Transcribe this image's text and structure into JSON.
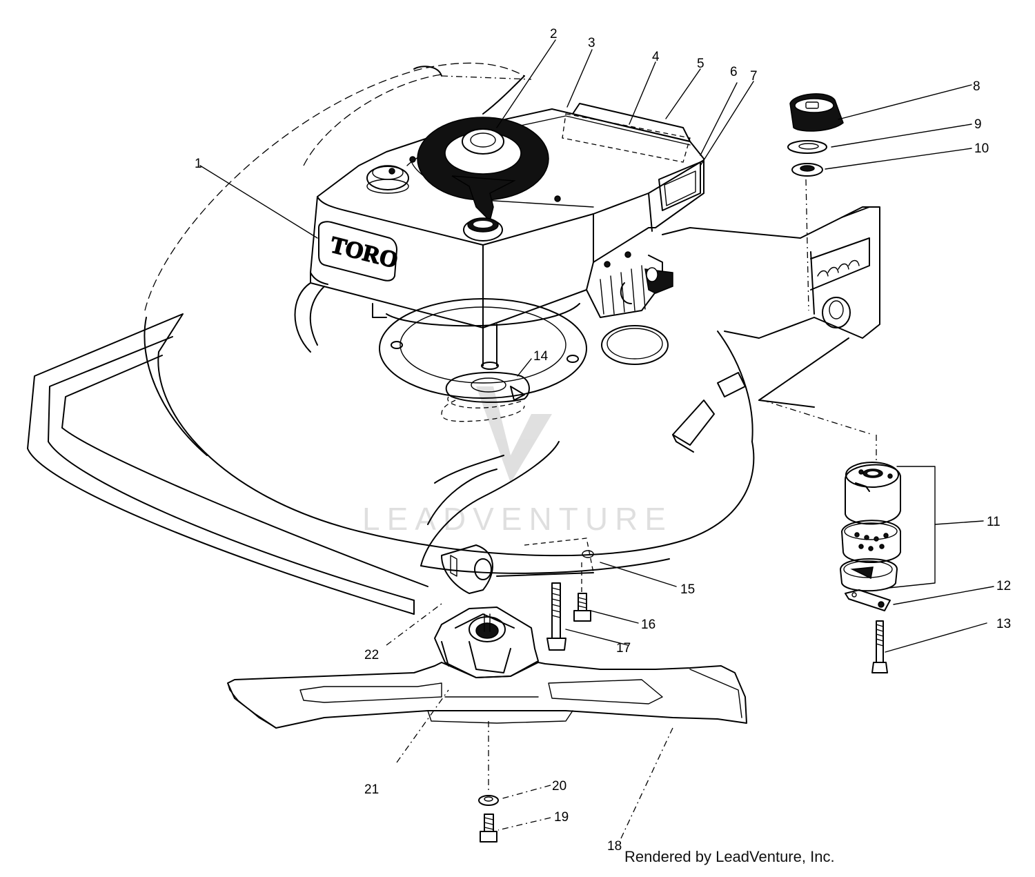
{
  "diagram": {
    "brand_on_housing": "TORO",
    "watermark": "LEADVENTURE",
    "credit": "Rendered by LeadVenture, Inc.",
    "callouts": [
      "1",
      "2",
      "3",
      "4",
      "5",
      "6",
      "7",
      "8",
      "9",
      "10",
      "11",
      "12",
      "13",
      "14",
      "15",
      "16",
      "17",
      "18",
      "19",
      "20",
      "21",
      "22"
    ]
  }
}
